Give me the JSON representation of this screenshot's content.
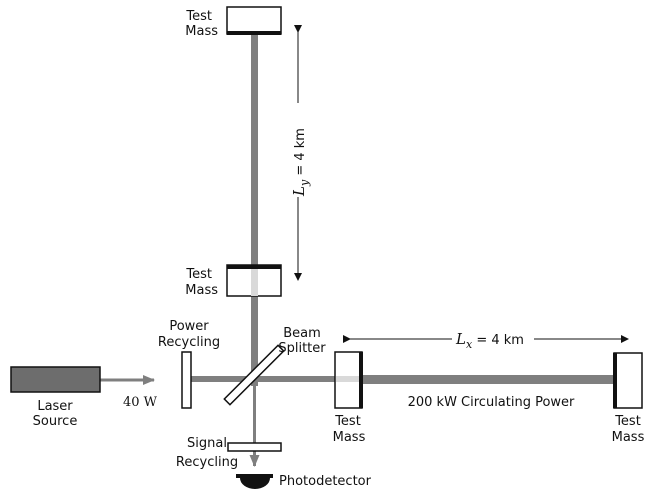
{
  "diagram": {
    "labels": {
      "test_mass_top": [
        "Test",
        "Mass"
      ],
      "test_mass_mid": [
        "Test",
        "Mass"
      ],
      "test_mass_near_x": [
        "Test",
        "Mass"
      ],
      "test_mass_far_x": [
        "Test",
        "Mass"
      ],
      "power_recycling": [
        "Power",
        "Recycling"
      ],
      "beam_splitter": [
        "Beam",
        "Splitter"
      ],
      "laser_source": [
        "Laser",
        "Source"
      ],
      "laser_power": "40 W",
      "signal_recycling": [
        "Signal",
        "Recycling"
      ],
      "photodetector": "Photodetector",
      "circulating_power": "200 kW Circulating Power",
      "ly_var": "L",
      "ly_sub": "y",
      "ly_value": " = 4 km",
      "lx_var": "L",
      "lx_sub": "x",
      "lx_value": " = 4 km"
    },
    "colors": {
      "beam": "#7f7f7f",
      "beam_inside_mass": "#d9d9d9",
      "laser_fill": "#6d6d6d",
      "outline": "#111111",
      "photodetector": "#111111"
    }
  }
}
